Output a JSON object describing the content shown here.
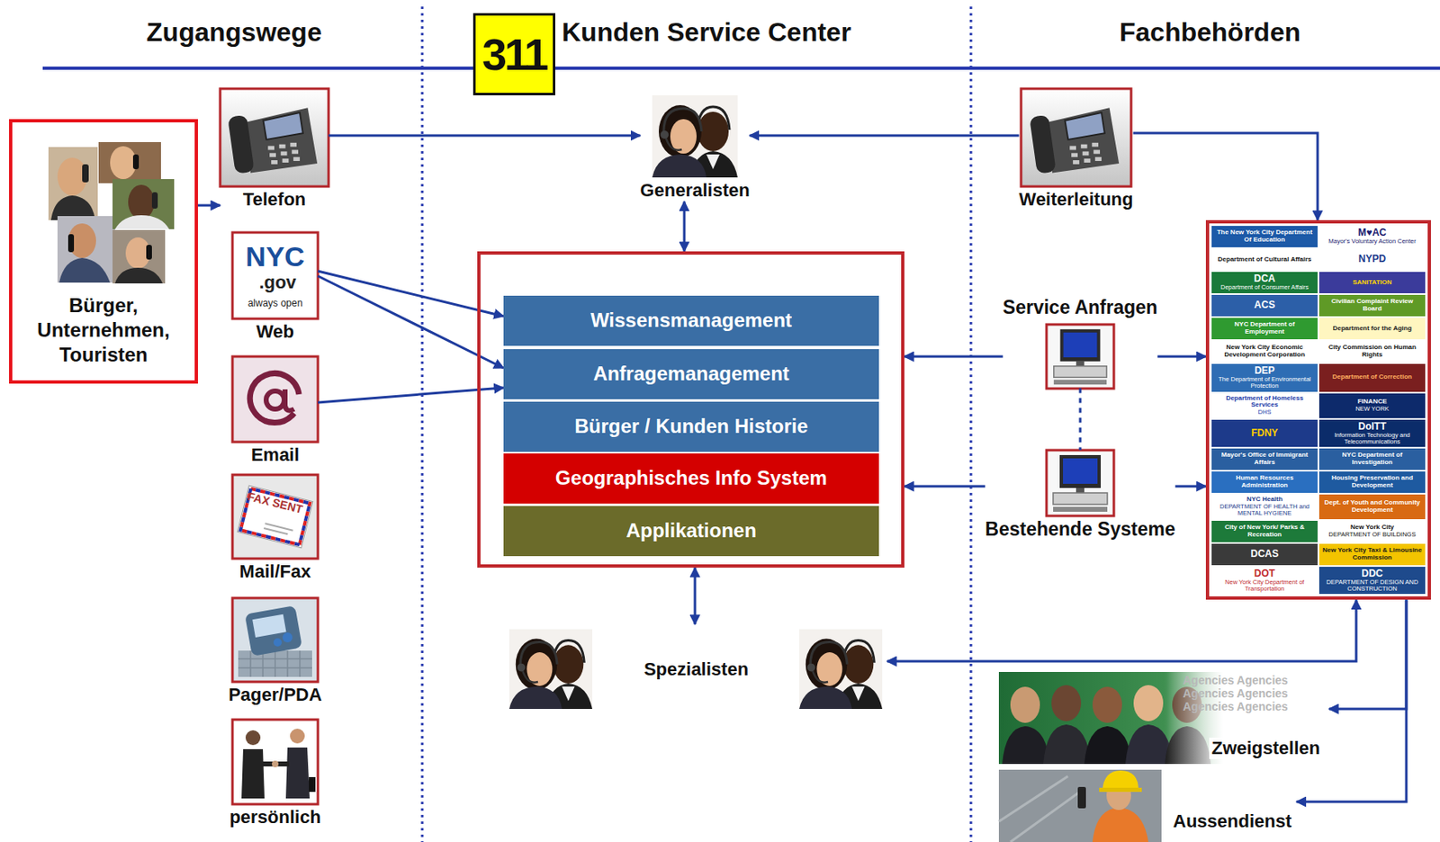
{
  "diagram": {
    "nodes": [
      {
        "text": [
          "311"
        ]
      },
      {
        "text": [
          "Bürger, Unternehmen, Touristen"
        ]
      },
      {
        "text": [
          "Telefon"
        ]
      },
      {
        "text": [
          "Web"
        ]
      },
      {
        "text": [
          "Email"
        ]
      },
      {
        "text": [
          "Mail/Fax"
        ]
      },
      {
        "text": [
          "Pager/PDA"
        ]
      },
      {
        "text": [
          "persönlich"
        ]
      },
      {
        "text": [
          "Generalisten"
        ]
      },
      {
        "text": []
      },
      {
        "text": [
          "Wissensmanagement"
        ],
        "in": 9
      },
      {
        "text": [
          "Anfragemanagement"
        ],
        "in": 9
      },
      {
        "text": [
          "Bürger / Kunden Historie"
        ],
        "in": 9
      },
      {
        "text": [
          "Geographisches Info System"
        ],
        "in": 9
      },
      {
        "text": [
          "Applikationen"
        ],
        "in": 9
      },
      {
        "text": [
          "Spezialisten"
        ]
      },
      {
        "text": [
          "Weiterleitung"
        ]
      },
      {
        "text": [
          "Service Anfragen"
        ]
      },
      {
        "text": [
          "Bestehende Systeme"
        ]
      },
      {
        "text": []
      },
      {
        "text": [
          "The New York City Department Of Education"
        ],
        "in": 19
      },
      {
        "text": [
          "M♥AC",
          "Mayor's Voluntary Action Center"
        ],
        "in": 19
      },
      {
        "text": [
          "Department of Cultural Affairs"
        ],
        "in": 19
      },
      {
        "text": [
          "NYPD"
        ],
        "in": 19
      },
      {
        "text": [
          "DCA",
          "Department of Consumer Affairs"
        ],
        "in": 19
      },
      {
        "text": [
          "SANITATION"
        ],
        "in": 19
      },
      {
        "text": [
          "ACS"
        ],
        "in": 19
      },
      {
        "text": [
          "Civilian Complaint Review Board"
        ],
        "in": 19
      },
      {
        "text": [
          "NYC Department of Employment"
        ],
        "in": 19
      },
      {
        "text": [
          "Department for the Aging"
        ],
        "in": 19
      },
      {
        "text": [
          "New York City Economic Development Corporation"
        ],
        "in": 19
      },
      {
        "text": [
          "City Commission on Human Rights"
        ],
        "in": 19
      },
      {
        "text": [
          "DEP",
          "The Department of Environmental Protection"
        ],
        "in": 19
      },
      {
        "text": [
          "Department of Correction"
        ],
        "in": 19
      },
      {
        "text": [
          "Department of Homeless Services",
          "DHS"
        ],
        "in": 19
      },
      {
        "text": [
          "FINANCE",
          "NEW YORK"
        ],
        "in": 19
      },
      {
        "text": [
          "FDNY"
        ],
        "in": 19
      },
      {
        "text": [
          "DoITT",
          "Information Technology and Telecommunications"
        ],
        "in": 19
      },
      {
        "text": [
          "Mayor's Office of Immigrant Affairs"
        ],
        "in": 19
      },
      {
        "text": [
          "NYC Department of Investigation"
        ],
        "in": 19
      },
      {
        "text": [
          "Human Resources Administration"
        ],
        "in": 19
      },
      {
        "text": [
          "Housing Preservation and Development"
        ],
        "in": 19
      },
      {
        "text": [
          "NYC Health",
          "DEPARTMENT OF HEALTH and MENTAL HYGIENE"
        ],
        "in": 19
      },
      {
        "text": [
          "Dept. of Youth and Community Development"
        ],
        "in": 19
      },
      {
        "text": [
          "City of New York/ Parks & Recreation"
        ],
        "in": 19
      },
      {
        "text": [
          "New York City",
          "DEPARTMENT OF BUILDINGS"
        ],
        "in": 19
      },
      {
        "text": [
          "DCAS"
        ],
        "in": 19
      },
      {
        "text": [
          "New York City Taxi & Limousine Commission"
        ],
        "in": 19
      },
      {
        "text": [
          "DOT",
          "New York City Department of Transportation"
        ],
        "in": 19
      },
      {
        "text": [
          "DDC",
          "DEPARTMENT OF DESIGN AND CONSTRUCTION"
        ],
        "in": 19
      },
      {
        "text": [
          "Zweigstellen"
        ]
      },
      {
        "text": [
          "Aussendienst"
        ]
      }
    ],
    "edges": [
      {
        "from": 1,
        "to": 2,
        "arrow": "to"
      },
      {
        "from": 2,
        "to": 8,
        "arrow": "to"
      },
      {
        "from": 16,
        "to": 8,
        "arrow": "to"
      },
      {
        "from": 16,
        "to": 19,
        "arrow": "to"
      },
      {
        "from": 8,
        "to": 9,
        "arrow": "both"
      },
      {
        "from": 3,
        "to": 10,
        "arrow": "to"
      },
      {
        "from": 3,
        "to": 11,
        "arrow": "to"
      },
      {
        "from": 4,
        "to": 11,
        "arrow": "to"
      },
      {
        "from": 9,
        "to": 15,
        "arrow": "both"
      },
      {
        "from": 17,
        "to": 9,
        "arrow": "to"
      },
      {
        "from": 17,
        "to": 19,
        "arrow": "to"
      },
      {
        "from": 18,
        "to": 9,
        "arrow": "to"
      },
      {
        "from": 18,
        "to": 19,
        "arrow": "to"
      },
      {
        "from": 17,
        "to": 18,
        "arrow": "none"
      },
      {
        "from": 19,
        "to": 15,
        "arrow": "both"
      },
      {
        "from": 19,
        "to": 50,
        "arrow": "to"
      },
      {
        "from": 19,
        "to": 51,
        "arrow": "to"
      }
    ],
    "labels": [
      "Zugangswege",
      "Kunden Service Center",
      "Fachbehörden",
      "NYC",
      ".gov",
      "always open",
      "FAX SENT",
      "Agencies Agencies",
      "Agencies Agencies",
      "Agencies Agencies"
    ]
  }
}
